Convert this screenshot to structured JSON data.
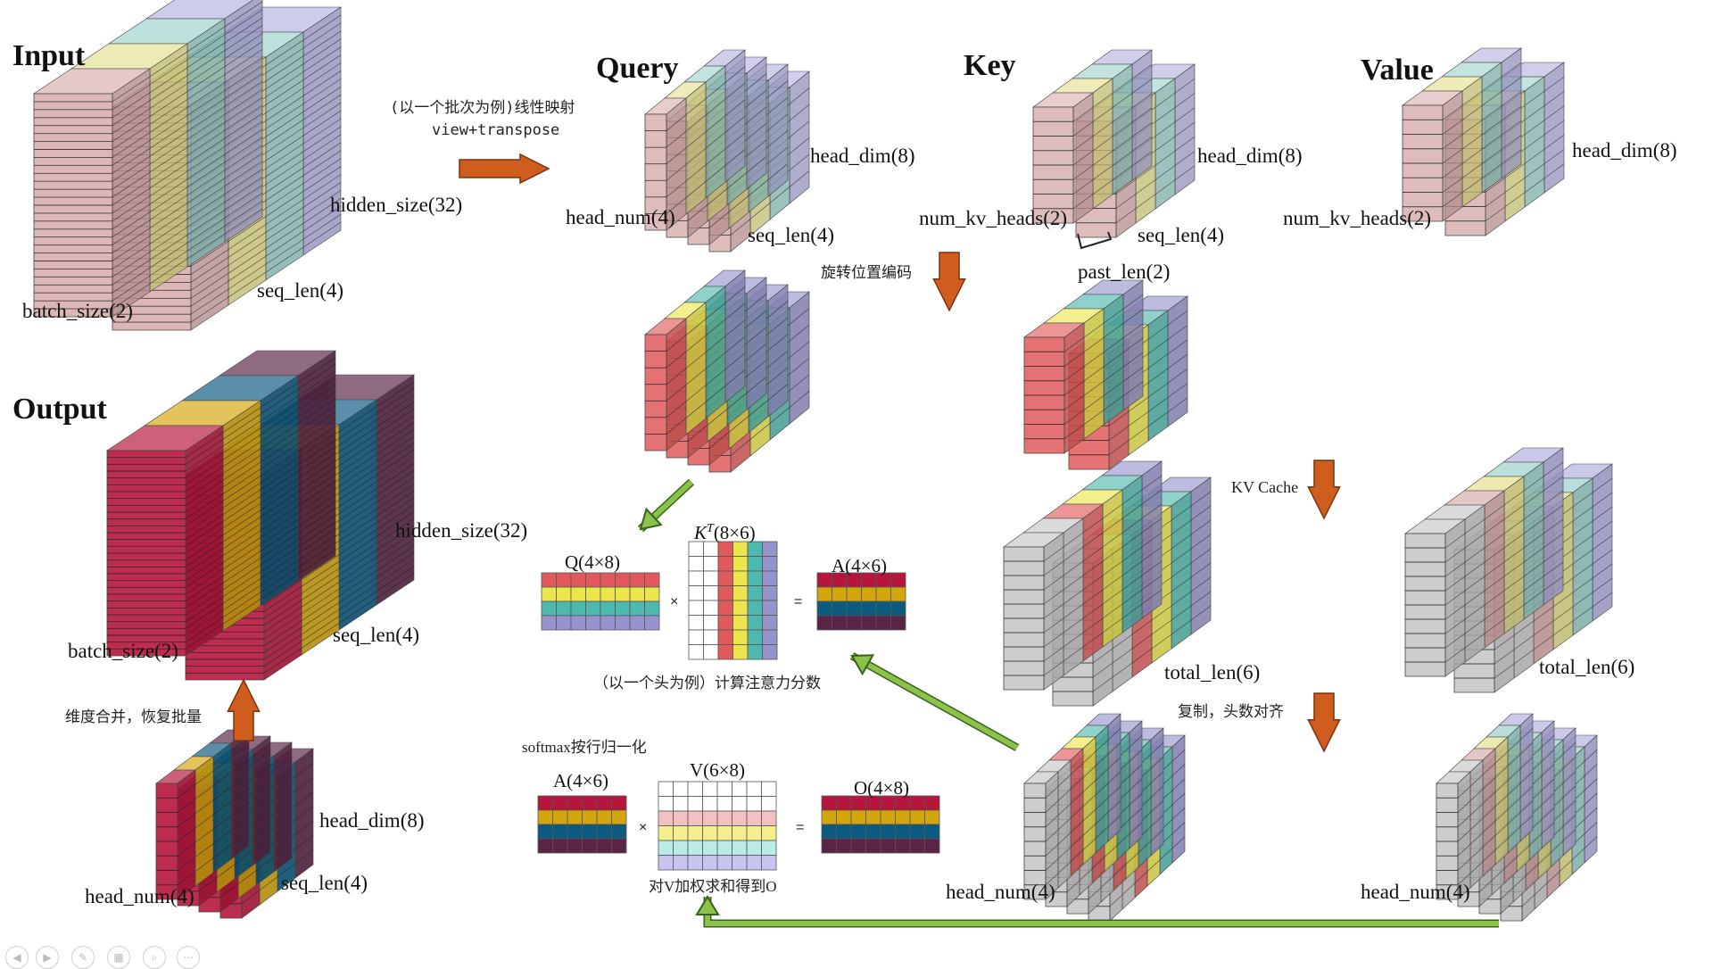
{
  "colors": {
    "pastel": [
      "#d4a5a5",
      "#e2dd84",
      "#92ccc4",
      "#adaadd"
    ],
    "rope": [
      "#e05a5a",
      "#ece64c",
      "#4fb8ae",
      "#9694cd"
    ],
    "rope_k": [
      "#e05a5a",
      "#ece64c",
      "#4fb8ae",
      "#9694cd"
    ],
    "output": [
      "#b5163c",
      "#d4a60e",
      "#0c5a80",
      "#5a2446"
    ],
    "vrow": [
      "#f2c2c2",
      "#f4f08e",
      "#b8ece4",
      "#c8c4f0"
    ],
    "gray": "#c4c4c4",
    "arrow_orange": "#cf5d1e",
    "arrow_green": "#8bc34a"
  },
  "labels": {
    "input_title": "Input",
    "output_title": "Output",
    "query_title": "Query",
    "key_title": "Key",
    "value_title": "Value",
    "input_hidden": "hidden_size(32)",
    "input_seq": "seq_len(4)",
    "input_batch": "batch_size(2)",
    "proj_line1": "(以一个批次为例)线性映射",
    "proj_line2": "view+transpose",
    "q_head_dim": "head_dim(8)",
    "q_head_num": "head_num(4)",
    "q_seq": "seq_len(4)",
    "k_head_dim": "head_dim(8)",
    "k_kv_heads": "num_kv_heads(2)",
    "k_seq": "seq_len(4)",
    "k_past": "past_len(2)",
    "v_head_dim": "head_dim(8)",
    "v_kv_heads": "num_kv_heads(2)",
    "rope": "旋转位置编码",
    "kv_cache": "KV Cache",
    "k_total": "total_len(6)",
    "v_total": "total_len(6)",
    "repeat": "复制，头数对齐",
    "k_head_num": "head_num(4)",
    "v_head_num": "head_num(4)",
    "q_mat": "Q(4×8)",
    "kt_mat_base": "K",
    "kt_mat_sup": "T",
    "kt_mat_dim": "(8×6)",
    "a_mat": "A(4×6)",
    "score_caption": "（以一个头为例）计算注意力分数",
    "softmax": "softmax按行归一化",
    "a2_mat": "A(4×6)",
    "v_mat": "V(6×8)",
    "o_mat": "O(4×8)",
    "weighted": "对V加权求和得到O",
    "merge": "维度合并，恢复批量",
    "out_hidden": "hidden_size(32)",
    "out_seq": "seq_len(4)",
    "out_batch": "batch_size(2)",
    "oh_head_dim": "head_dim(8)",
    "oh_seq": "seq_len(4)",
    "oh_head_num": "head_num(4)",
    "times": "×",
    "equals": "="
  },
  "slideshow_controls": [
    "prev-icon",
    "next-icon",
    "pen-icon",
    "slides-icon",
    "zoom-icon",
    "more-icon"
  ]
}
